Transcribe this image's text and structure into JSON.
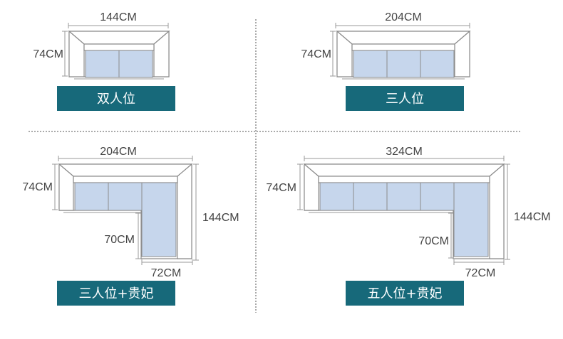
{
  "colors": {
    "label_background": "#17697a",
    "cushion": "#c6d6ec",
    "outline": "#8c8c8c"
  },
  "sofas": [
    {
      "name": "双人位",
      "width": "144CM",
      "depth": "74CM"
    },
    {
      "name": "三人位",
      "width": "204CM",
      "depth": "74CM"
    },
    {
      "name": "三人位+贵妃",
      "width": "204CM",
      "depth": "74CM",
      "side_length": "144CM",
      "chaise_inner": "70CM",
      "chaise_width": "72CM"
    },
    {
      "name": "五人位+贵妃",
      "width": "324CM",
      "depth": "74CM",
      "side_length": "144CM",
      "chaise_inner": "70CM",
      "chaise_width": "72CM"
    }
  ]
}
